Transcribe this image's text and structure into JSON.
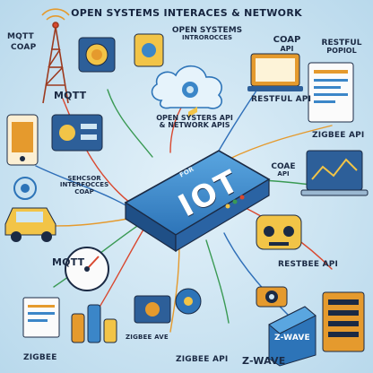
{
  "title": "OPEN SYSTEMS INTERACES & NETWORK",
  "labels": {
    "mqtt_top": "MQTT",
    "coap_top": "COAP",
    "open_systems_line1": "OPEN SYSTEMS",
    "open_systems_line2": "INTROROCCES",
    "coap_api_top": "COAP",
    "coap_api_top2": "API",
    "restful_line1": "RESTFUL",
    "restful_line2": "POPIOL",
    "mqtt_left_upper": "MQTT",
    "restful_api": "RESTFUL API",
    "open_systers_api": "OPEN SYSTERS API",
    "network_apis": "& NETWORK APIS",
    "zigbee_api_right": "ZIGBEE API",
    "sensor_line1": "SEHCSOR",
    "sensor_line2": "INTERFOCCES",
    "sensor_line3": "COAP",
    "coae_line1": "COAE",
    "coae_line2": "API",
    "device_iot": "IOT",
    "device_small": "FOR",
    "mqtt_left_lower": "MQTT",
    "restbee_api": "RESTBEE API",
    "zigbee_bottom_left": "ZIGBEE",
    "zigbee_ave": "ZIGBEE AVE",
    "zigbee_api_bottom": "ZIGBEE API",
    "z_wave_bottom": "Z-WAVE",
    "z_wave_badge": "Z-WAVE"
  },
  "colors": {
    "background": "#cfe6f3",
    "device_blue": "#3b86c8",
    "device_dark": "#1f4f86",
    "accent_orange": "#e59a2d",
    "accent_yellow": "#f2c447",
    "cloud": "#e6f3fb",
    "text": "#1b2a44"
  },
  "icons": [
    "radio-tower-icon",
    "cloud-icon",
    "router-icon",
    "car-icon",
    "gauge-icon",
    "phone-icon",
    "laptop-icon",
    "robot-icon",
    "server-icon",
    "gear-icon",
    "camera-icon",
    "document-icon"
  ]
}
